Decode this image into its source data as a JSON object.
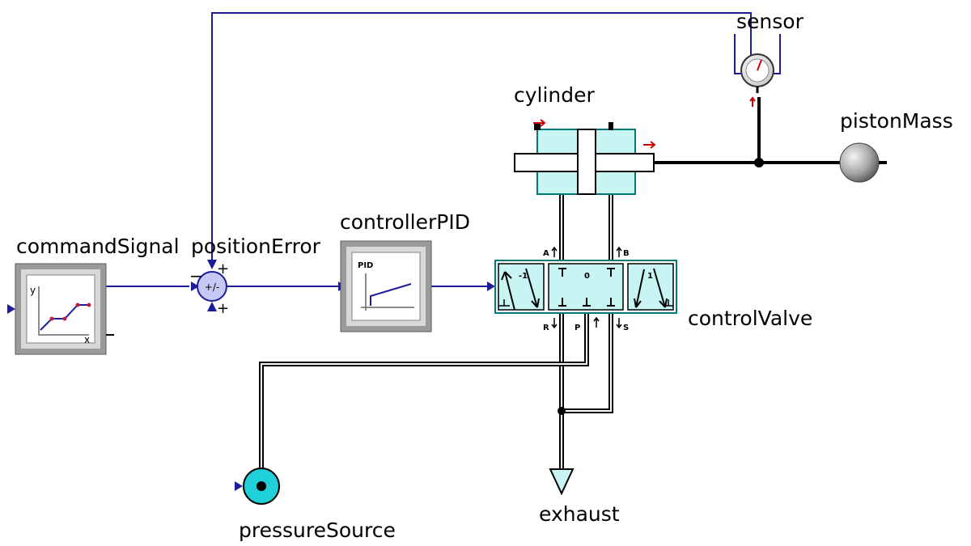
{
  "diagram": {
    "labels": {
      "commandSignal": "commandSignal",
      "positionError": "positionError",
      "controllerPID": "controllerPID",
      "cylinder": "cylinder",
      "sensor": "sensor",
      "pistonMass": "pistonMass",
      "controlValve": "controlValve",
      "pressureSource": "pressureSource",
      "exhaust": "exhaust"
    },
    "command_block": {
      "y_axis": "y",
      "x_axis": "x"
    },
    "sum_block": {
      "symbol": "+/-",
      "sign_left": "−",
      "sign_top": "+",
      "sign_bottom": "+"
    },
    "pid_block": {
      "tag": "PID"
    },
    "valve": {
      "positions": [
        "-1",
        "0",
        "1"
      ],
      "ports": {
        "A": "A",
        "B": "B",
        "R": "R",
        "P": "P",
        "S": "S"
      }
    },
    "colors": {
      "signal": "#1c1c9a",
      "hydraulic_fill": "#c8f4f4",
      "hydraulic_stroke": "#007878",
      "block_frame": "#9a9a9a",
      "mass": "#a8a8a8"
    }
  }
}
